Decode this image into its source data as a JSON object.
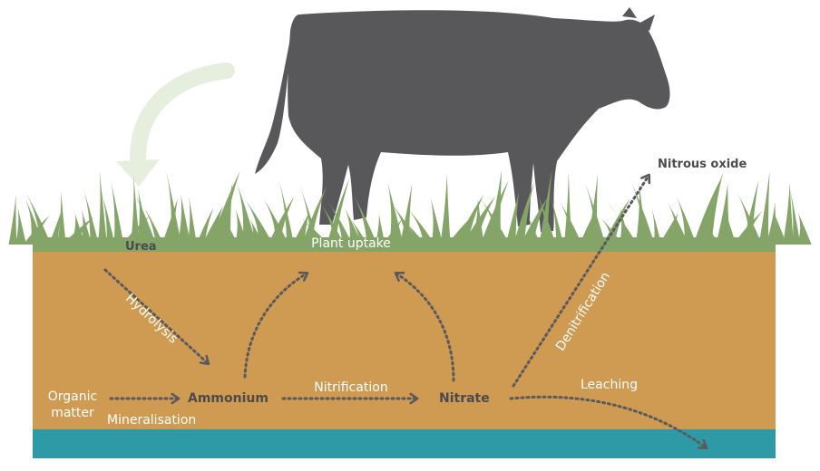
{
  "colors": {
    "soil": "#cf9a52",
    "grass": "#84a567",
    "water": "#2e9aa6",
    "cow": "#58585b",
    "label_white": "#ffffff",
    "label_dark": "#4b4b4d",
    "arrow": "#5a5a5d",
    "rain_arrow": "#e6efdd"
  },
  "labels": {
    "urea": "Urea",
    "plant_uptake": "Plant uptake",
    "hydrolysis": "Hydrolysis",
    "organic_matter_1": "Organic",
    "organic_matter_2": "matter",
    "mineralisation": "Mineralisation",
    "ammonium": "Ammonium",
    "nitrification": "Nitrification",
    "nitrate": "Nitrate",
    "denitrification": "Denitrification",
    "nitrous_oxide": "Nitrous oxide",
    "leaching": "Leaching"
  }
}
